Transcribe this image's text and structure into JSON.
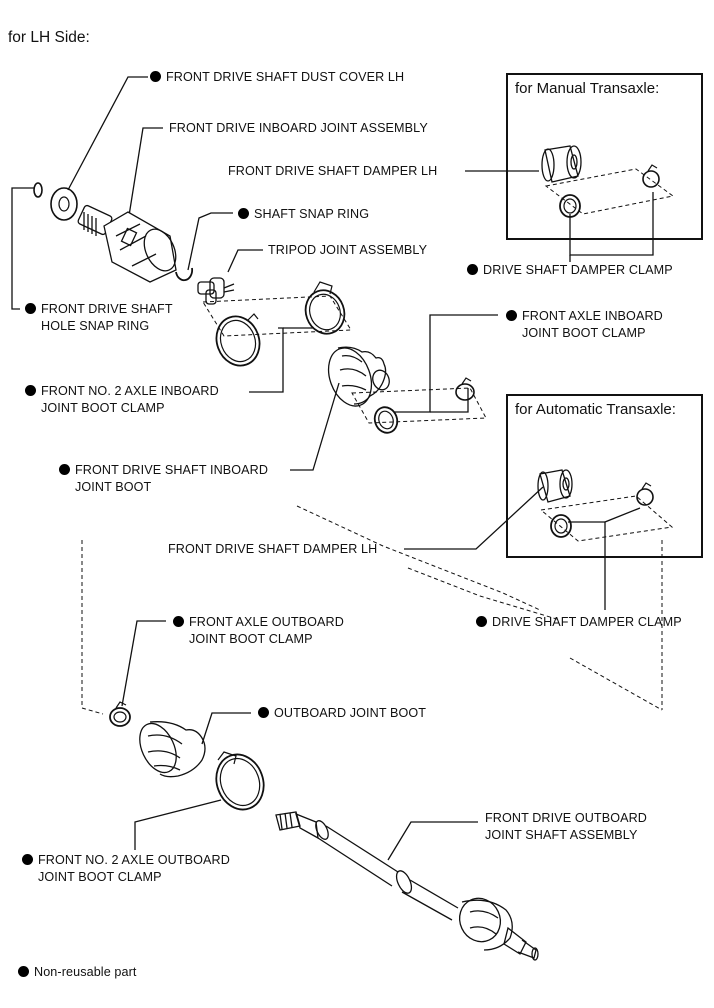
{
  "heading": "for LH Side:",
  "boxes": {
    "manual": "for Manual Transaxle:",
    "automatic": "for Automatic Transaxle:"
  },
  "labels": {
    "dust_cover": "FRONT DRIVE SHAFT DUST COVER LH",
    "inboard_joint_assy": "FRONT DRIVE INBOARD JOINT ASSEMBLY",
    "damper_lh_manual": "FRONT DRIVE SHAFT DAMPER LH",
    "shaft_snap_ring": "SHAFT SNAP RING",
    "tripod": "TRIPOD JOINT ASSEMBLY",
    "damper_clamp_manual": "DRIVE SHAFT DAMPER CLAMP",
    "hole_snap_ring_1": "FRONT DRIVE SHAFT",
    "hole_snap_ring_2": "HOLE SNAP RING",
    "axle_inboard_clamp_1": "FRONT AXLE INBOARD",
    "axle_inboard_clamp_2": "JOINT BOOT CLAMP",
    "no2_inboard_clamp_1": "FRONT NO. 2 AXLE INBOARD",
    "no2_inboard_clamp_2": "JOINT BOOT CLAMP",
    "inboard_boot_1": "FRONT DRIVE SHAFT INBOARD",
    "inboard_boot_2": "JOINT BOOT",
    "damper_lh_auto": "FRONT DRIVE SHAFT DAMPER LH",
    "axle_outboard_clamp_1": "FRONT AXLE OUTBOARD",
    "axle_outboard_clamp_2": "JOINT BOOT CLAMP",
    "damper_clamp_auto": "DRIVE SHAFT DAMPER CLAMP",
    "outboard_boot": "OUTBOARD JOINT BOOT",
    "outboard_shaft_1": "FRONT DRIVE OUTBOARD",
    "outboard_shaft_2": "JOINT SHAFT ASSEMBLY",
    "no2_outboard_clamp_1": "FRONT NO. 2 AXLE OUTBOARD",
    "no2_outboard_clamp_2": "JOINT BOOT CLAMP"
  },
  "legend": "Non-reusable part"
}
